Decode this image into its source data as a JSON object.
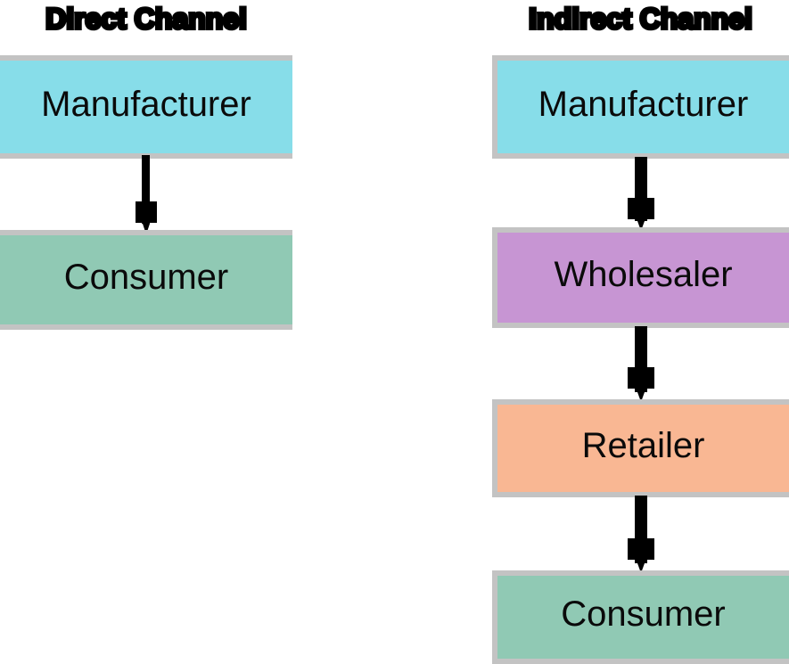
{
  "diagram": {
    "columns": [
      {
        "title": "Direct Channel",
        "nodes": [
          {
            "label": "Manufacturer",
            "color": "#87dde9"
          },
          {
            "label": "Consumer",
            "color": "#90c9b4"
          }
        ]
      },
      {
        "title": "Indirect Channel",
        "nodes": [
          {
            "label": "Manufacturer",
            "color": "#87dde9"
          },
          {
            "label": "Wholesaler",
            "color": "#c795d3"
          },
          {
            "label": "Retailer",
            "color": "#f9b793"
          },
          {
            "label": "Consumer",
            "color": "#90c9b4"
          }
        ]
      }
    ],
    "styles": {
      "box_border_color": "#c3c3c3",
      "arrow_color": "#000000",
      "text_color": "#000000",
      "background_color": "#ffffff"
    }
  }
}
